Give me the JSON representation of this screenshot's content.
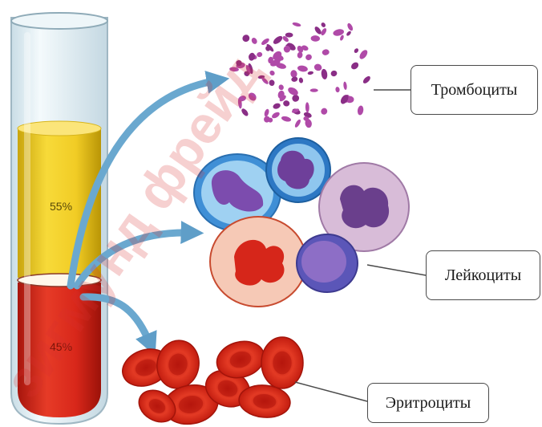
{
  "labels": {
    "platelets": "Тромбоциты",
    "leukocytes": "Лейкоциты",
    "erythrocytes": "Эритроциты"
  },
  "tube": {
    "plasma_percent": "55%",
    "cells_percent": "45%"
  },
  "watermark": "Зигмунд Фрейд Википедия",
  "colors": {
    "plasma": "#f2cf2a",
    "blood": "#d9281b",
    "arrow": "#6aa8cf",
    "platelet": "#8a2e86",
    "erythrocyte": "#e0321f"
  }
}
